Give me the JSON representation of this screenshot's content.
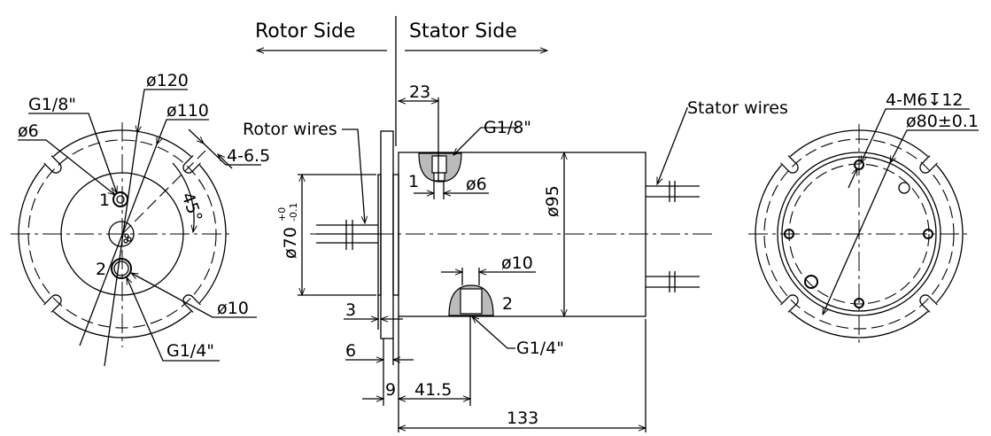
{
  "header": {
    "rotor_side": "Rotor Side",
    "stator_side": "Stator Side"
  },
  "left_view": {
    "g18": "G1/8\"",
    "d120": "ø120",
    "d110": "ø110",
    "d6": "ø6",
    "slot": "4-6.5",
    "angle": "45°",
    "port1": "1",
    "port2": "2",
    "d10": "ø10",
    "g14": "G1/4\""
  },
  "side_view": {
    "rotor_wires": "Rotor wires",
    "stator_wires": "Stator wires",
    "dim23": "23",
    "g18": "G1/8\"",
    "port1": "1",
    "d6": "ø6",
    "d95": "ø95",
    "d70": "ø70",
    "tol_upper": "+0",
    "tol_lower": "-0.1",
    "d10": "ø10",
    "port2": "2",
    "g14": "G1/4\"",
    "dim3": "3",
    "dim6": "6",
    "dim9": "9",
    "dim41": "41.5",
    "dim133": "133"
  },
  "right_view": {
    "m6": "4-M6↧12",
    "d80": "ø80±0.1"
  }
}
